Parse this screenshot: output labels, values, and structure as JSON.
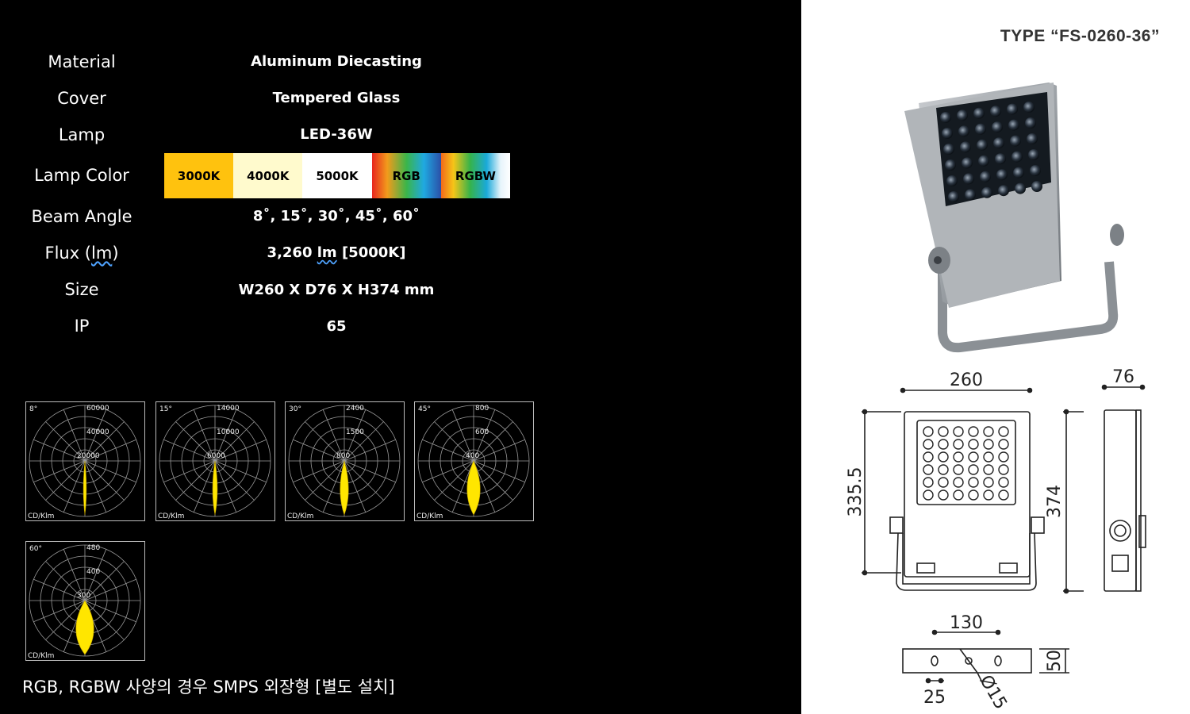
{
  "type_title": "TYPE “FS-0260-36”",
  "specs": {
    "material": {
      "label": "Material",
      "value": "Aluminum  Diecasting"
    },
    "cover": {
      "label": "Cover",
      "value": "Tempered  Glass"
    },
    "lamp": {
      "label": "Lamp",
      "value": "LED-36W"
    },
    "lamp_color": {
      "label": "Lamp Color"
    },
    "beam_angle": {
      "label": "Beam Angle",
      "value": "8˚, 15˚, 30˚, 45˚, 60˚"
    },
    "flux": {
      "label_prefix": "Flux (",
      "label_unit": "lm",
      "label_suffix": ")",
      "value_prefix": "3,260 ",
      "value_unit": "lm",
      "value_suffix": " [5000K]"
    },
    "size": {
      "label": "Size",
      "value": "W260  X  D76  X  H374  mm"
    },
    "ip": {
      "label": "IP",
      "value": "65"
    }
  },
  "lamp_colors": [
    {
      "label": "3000K",
      "color": "#ffc20e"
    },
    {
      "label": "4000K",
      "color": "#fffacd"
    },
    {
      "label": "5000K",
      "color": "#ffffff"
    },
    {
      "label": "RGB",
      "color": "gradient"
    },
    {
      "label": "RGBW",
      "color": "gradient"
    }
  ],
  "polar_charts": [
    {
      "angle": "8°",
      "rings": [
        "60000",
        "40000",
        "20000"
      ],
      "unit": "CD/Klm",
      "beam_width": 0.025
    },
    {
      "angle": "15°",
      "rings": [
        "14000",
        "10000",
        "6000"
      ],
      "unit": "CD/Klm",
      "beam_width": 0.04
    },
    {
      "angle": "30°",
      "rings": [
        "2400",
        "1500",
        "800"
      ],
      "unit": "CD/Klm",
      "beam_width": 0.07
    },
    {
      "angle": "45°",
      "rings": [
        "800",
        "600",
        "400"
      ],
      "unit": "CD/Klm",
      "beam_width": 0.11
    },
    {
      "angle": "60°",
      "rings": [
        "480",
        "400",
        "300"
      ],
      "unit": "CD/Klm",
      "beam_width": 0.15
    }
  ],
  "footnote": "RGB, RGBW 사양의 경우 SMPS 외장형 [별도 설치]",
  "dimensions": {
    "front_width": "260",
    "side_depth": "76",
    "body_height": "335.5",
    "total_height": "374",
    "bracket_width": "130",
    "bracket_height": "50",
    "hole_offset": "25",
    "hole_dia": "Ø15"
  },
  "colors": {
    "led_yellow": "#ffe600",
    "housing_gray": "#9aa0a6"
  }
}
